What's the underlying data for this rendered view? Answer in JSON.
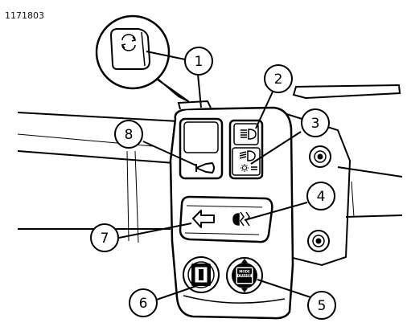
{
  "figure": {
    "id": "1171803",
    "callouts": [
      "1",
      "2",
      "3",
      "4",
      "5",
      "6",
      "7",
      "8"
    ],
    "mode_switch_labels": [
      "MODE",
      "CRUISE"
    ]
  }
}
